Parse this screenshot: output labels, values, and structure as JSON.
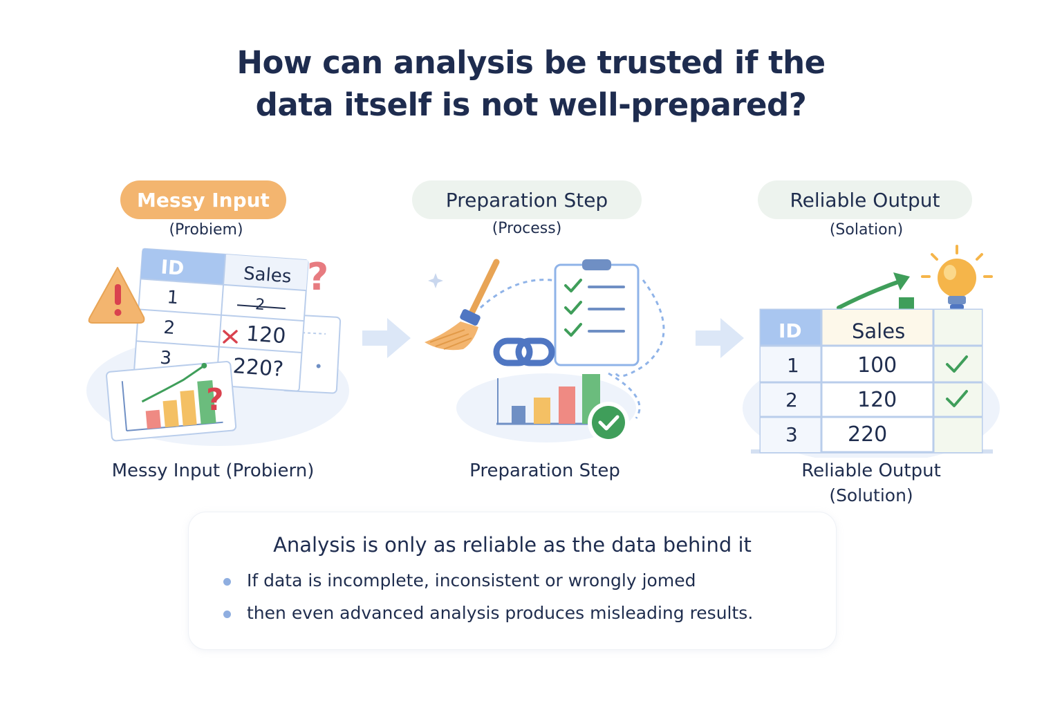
{
  "title": {
    "line1": "How can analysis be trusted if the",
    "line2": "data itself is not well-prepared?"
  },
  "steps": [
    {
      "pill": "Messy Input",
      "sub": "(Probiem)",
      "caption": "Messy Input (Probiern)",
      "color": "#f3b56f",
      "table": {
        "headers": [
          "ID",
          "Sales"
        ],
        "rows": [
          [
            "1",
            "2"
          ],
          [
            "2",
            "120"
          ],
          [
            "3",
            "220?"
          ]
        ]
      }
    },
    {
      "pill": "Preparation Step",
      "sub": "(Process)",
      "caption": "Preparation Step",
      "color": "#edf3ee"
    },
    {
      "pill": "Reliable Output",
      "sub": "(Solation)",
      "caption_line1": "Reliable Output",
      "caption_line2": "(Solution)",
      "color": "#edf3ee",
      "table": {
        "headers": [
          "ID",
          "Sales"
        ],
        "rows": [
          [
            "1",
            "100"
          ],
          [
            "2",
            "120"
          ],
          [
            "3",
            "220"
          ]
        ]
      }
    }
  ],
  "summary": {
    "heading": "Analysis is only as reliable as the data behind it",
    "bullets": [
      "If data is incomplete, inconsistent or wrongly jomed",
      "then even advanced analysis produces misleading results."
    ]
  },
  "icons": {
    "warning": "warning-icon",
    "question": "question-mark-icon",
    "broom": "broom-icon",
    "checklist": "checklist-icon",
    "link": "link-icon",
    "check": "check-circle-icon",
    "bulb": "lightbulb-icon",
    "arrow": "arrow-right-icon"
  },
  "colors": {
    "navy": "#1e2c4f",
    "orange": "#f3b56f",
    "blue": "#8fb3e8",
    "green": "#3f9e5a",
    "red": "#e06a6a"
  }
}
